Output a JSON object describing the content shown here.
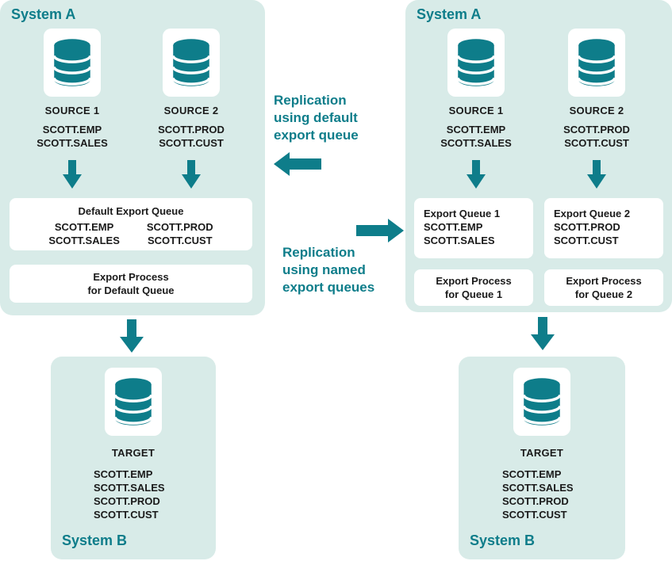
{
  "colors": {
    "teal": "#0E7D8A",
    "panel_bg": "#D8EBE8",
    "box_bg": "#FFFFFF",
    "text_dark": "#1A1A1A"
  },
  "labels": {
    "system_a": "System A",
    "system_b": "System B",
    "source1": "SOURCE 1",
    "source2": "SOURCE 2",
    "target": "TARGET"
  },
  "tables": {
    "emp_sales": [
      "SCOTT.EMP",
      "SCOTT.SALES"
    ],
    "prod_cust": [
      "SCOTT.PROD",
      "SCOTT.CUST"
    ],
    "all": [
      "SCOTT.EMP",
      "SCOTT.SALES",
      "SCOTT.PROD",
      "SCOTT.CUST"
    ]
  },
  "left": {
    "queue_title": "Default Export Queue",
    "process_lines": [
      "Export Process",
      "for Default Queue"
    ]
  },
  "right": {
    "queue1_title": "Export Queue 1",
    "queue2_title": "Export Queue 2",
    "process1_lines": [
      "Export Process",
      "for Queue 1"
    ],
    "process2_lines": [
      "Export Process",
      "for Queue 2"
    ]
  },
  "middle": {
    "default_lines": [
      "Replication",
      "using default",
      "export queue"
    ],
    "named_lines": [
      "Replication",
      "using named",
      "export queues"
    ]
  }
}
